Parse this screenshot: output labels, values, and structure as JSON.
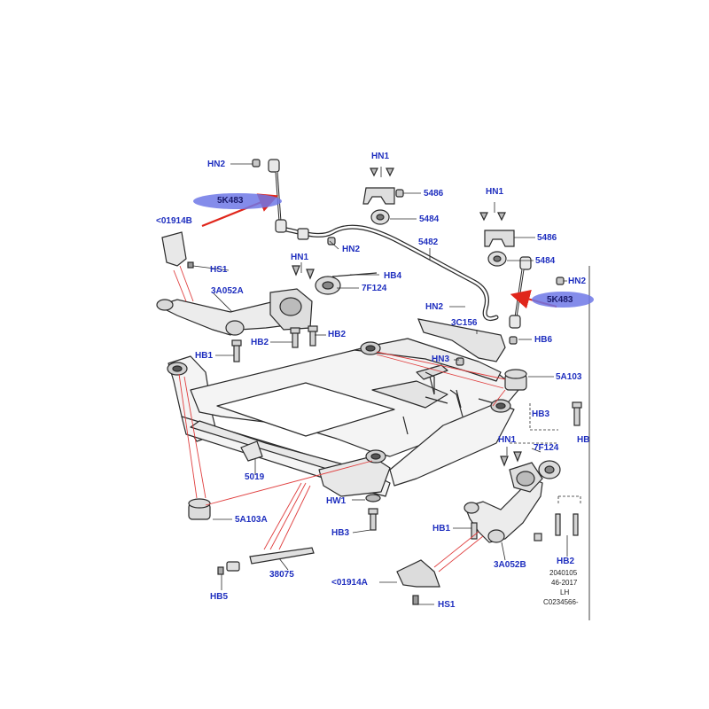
{
  "labels": {
    "hn2_top": "HN2",
    "k483_top": "5K483",
    "p01914b": "<01914B",
    "hs1_top": "HS1",
    "a3052a": "3A052A",
    "hn1_mid": "HN1",
    "hb4": "HB4",
    "f7124_mid": "7F124",
    "hb2_mid": "HB2",
    "hb2b_mid": "HB2",
    "hb1_left": "HB1",
    "hn2_bar": "HN2",
    "hn1_center": "HN1",
    "p5486_a": "5486",
    "p5484_a": "5484",
    "p5482": "5482",
    "hn1_right": "HN1",
    "p5486_b": "5486",
    "p5484_b": "5484",
    "hn2_right": "HN2",
    "k483_right": "5K483",
    "hn2_lower": "HN2",
    "c3156": "3C156",
    "hb6": "HB6",
    "hn3": "HN3",
    "a5103_right": "5A103",
    "hb3_right": "HB3",
    "hn1_lower": "HN1",
    "f7124_lower": "7F124",
    "hb_edge": "HB",
    "p5019": "5019",
    "hw1": "HW1",
    "a5103_left": "5A103A",
    "hb3_lower": "HB3",
    "hb1_lower": "HB1",
    "a3052b": "3A052B",
    "hb2_lower": "HB2",
    "p38075": "38075",
    "p01914a": "<01914A",
    "hb5": "HB5",
    "hs1_lower": "HS1"
  },
  "drawing_ref": {
    "line1": "2040105",
    "line2": "46-2017",
    "line3": "LH",
    "line4": "C0234566-"
  },
  "colors": {
    "label": "#1f2fbf",
    "highlight": "#6f78e6",
    "arrow": "#e0261b",
    "leader_red": "#e04040",
    "line": "#2a2a2a"
  }
}
